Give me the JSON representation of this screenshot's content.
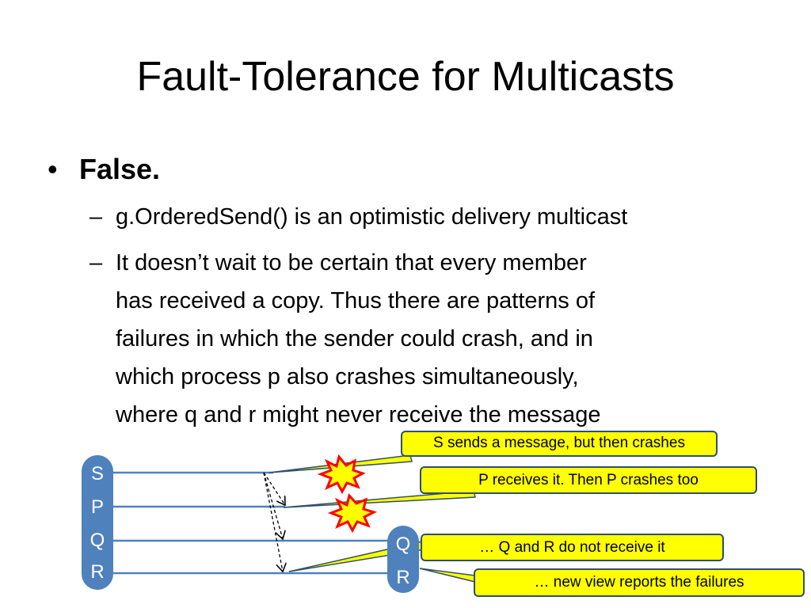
{
  "slide": {
    "title": "Fault-Tolerance for Multicasts",
    "bullet": "False.",
    "bullet_marker": "•",
    "sub_marker": "–",
    "sub_items": [
      {
        "lines": [
          "g.OrderedSend() is an optimistic delivery multicast"
        ]
      },
      {
        "lines": [
          "It doesn’t wait to be certain that every member",
          "has received a copy.  Thus there are patterns of",
          "failures in which the sender could crash, and in",
          "which process p also crashes simultaneously,",
          "where q and r might never receive the message"
        ]
      }
    ]
  },
  "diagram": {
    "processes_left": [
      "S",
      "P",
      "Q",
      "R"
    ],
    "processes_right": [
      "Q",
      "R"
    ],
    "callouts": {
      "sender_crash": "S sends a message, but then crashes",
      "p_crash": "P receives it.  Then P crashes too",
      "no_receive": "… Q and R do not receive it",
      "new_view": "… new view reports the failures"
    },
    "colors": {
      "timeline": "#4f81bd",
      "callout_fill": "#ffff00",
      "explosion_fill": "#ffff00",
      "explosion_stroke": "#ff0000"
    }
  }
}
